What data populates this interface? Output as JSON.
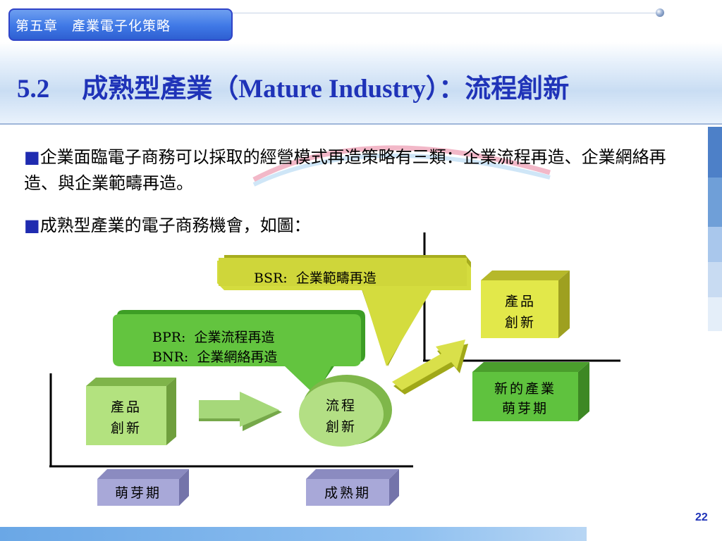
{
  "header": {
    "chapter_tab": "第五章　產業電子化策略",
    "title_number": "5.2",
    "title_cn_1": "成熟型產業（",
    "title_en": "Mature Industry",
    "title_cn_2": "）：流程創新"
  },
  "bullets": [
    {
      "marker": "■",
      "text": "企業面臨電子商務可以採取的經營模式再造策略有三類：企業流程再造、企業網絡再造、與企業範疇再造。"
    },
    {
      "marker": "■",
      "text": "成熟型產業的電子商務機會，如圖："
    }
  ],
  "diagram": {
    "bsr_label": "BSR:  企業範疇再造",
    "bpr_label": "BPR:  企業流程再造",
    "bnr_label": "BNR:  企業網絡再造",
    "left_product_innovation_1": "產品",
    "left_product_innovation_2": "創新",
    "process_innovation_1": "流程",
    "process_innovation_2": "創新",
    "right_product_innovation_1": "產品",
    "right_product_innovation_2": "創新",
    "new_industry_1": "新的產業",
    "new_industry_2": "萌芽期",
    "stage_emerging": "萌芽期",
    "stage_mature": "成熟期"
  },
  "colors": {
    "title_blue": "#1f33b8",
    "green_box": "#a6dc6e",
    "bright_green": "#5ec13c",
    "yellow_green": "#c9d43a",
    "lavender": "#a8a8d8"
  },
  "footer": {
    "page_number": "22"
  }
}
